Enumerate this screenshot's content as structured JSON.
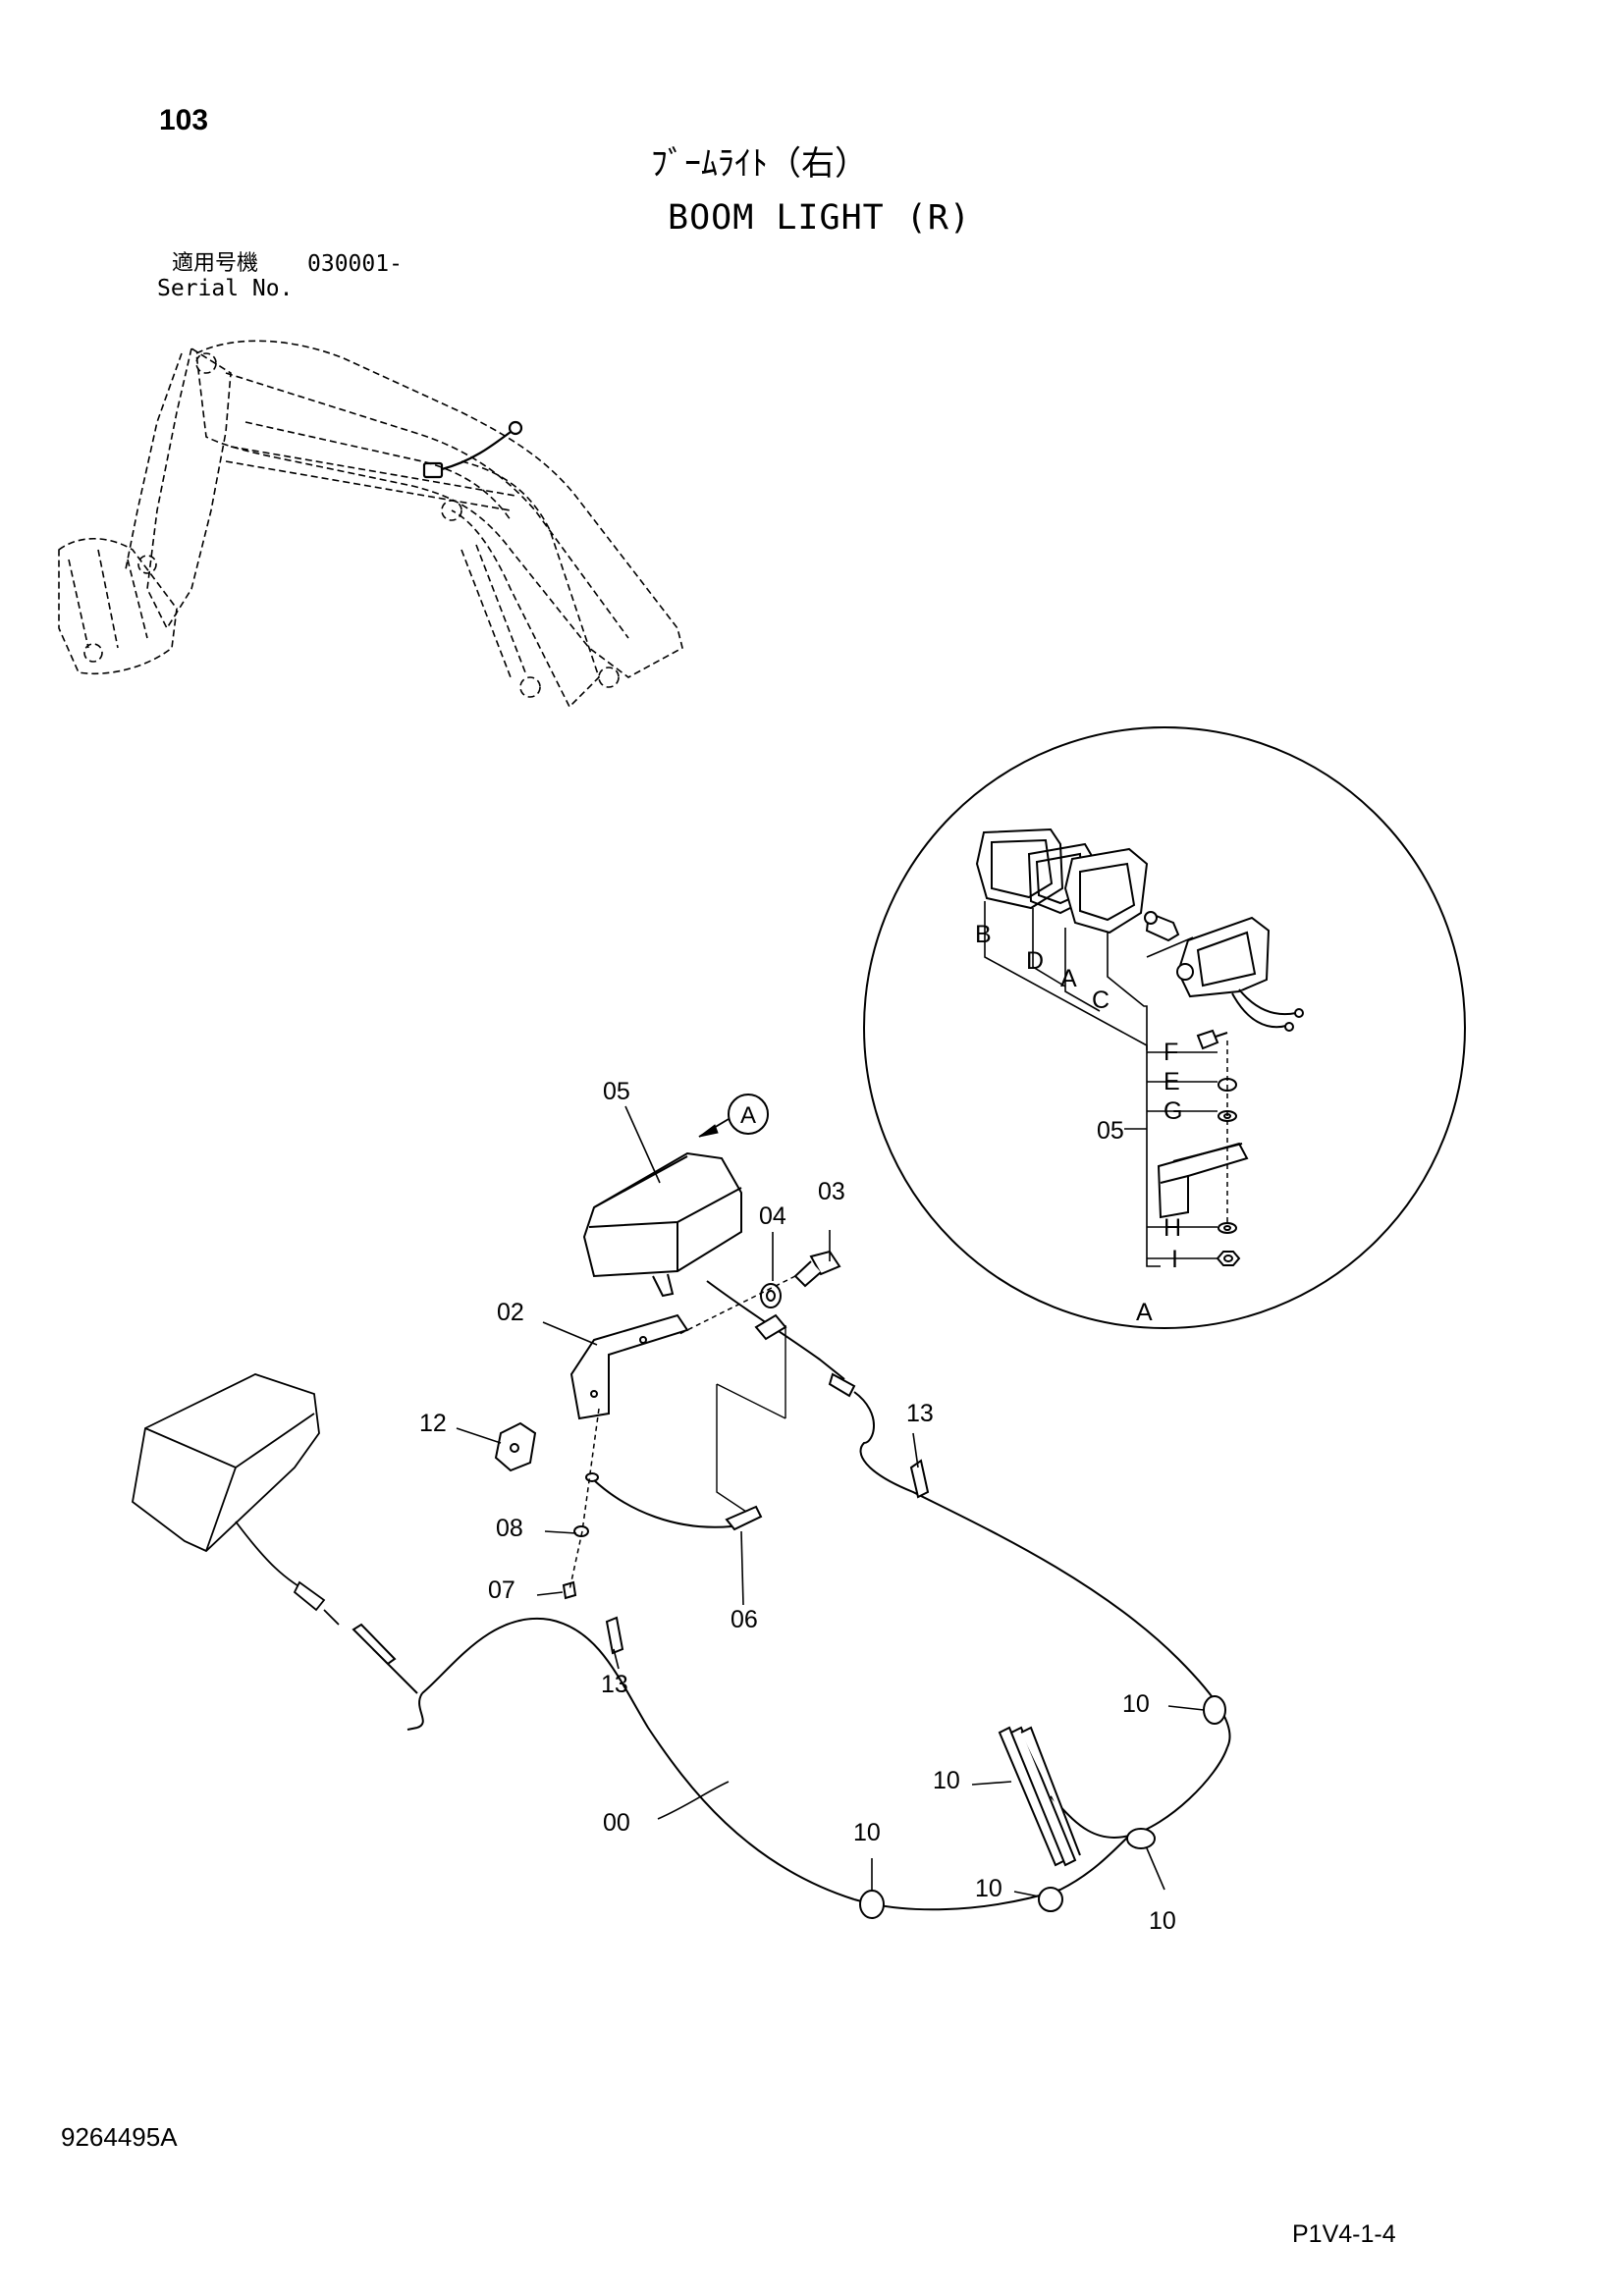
{
  "header": {
    "page_number": "103",
    "title_ja": "ﾌﾞｰﾑﾗｲﾄ（右）",
    "title_en": "BOOM LIGHT (R)",
    "serial_label_ja": "適用号機",
    "serial_value": "030001-",
    "serial_label_en": "Serial No."
  },
  "callouts": {
    "part_05": "05",
    "detail_ref": "A",
    "part_04": "04",
    "part_03": "03",
    "part_02": "02",
    "part_12": "12",
    "part_13_upper": "13",
    "part_08": "08",
    "part_07": "07",
    "part_06": "06",
    "part_13_lower": "13",
    "part_00": "00",
    "part_10_a": "10",
    "part_10_b": "10",
    "part_10_c": "10",
    "part_10_d": "10",
    "part_10_e": "10"
  },
  "detail": {
    "labels": {
      "b": "B",
      "d": "D",
      "a": "A",
      "c": "C",
      "f": "F",
      "e": "E",
      "g": "G",
      "h": "H",
      "i": "I",
      "group": "05",
      "bottom": "A"
    }
  },
  "footer": {
    "doc_number": "9264495A",
    "page_code": "P1V4-1-4"
  }
}
